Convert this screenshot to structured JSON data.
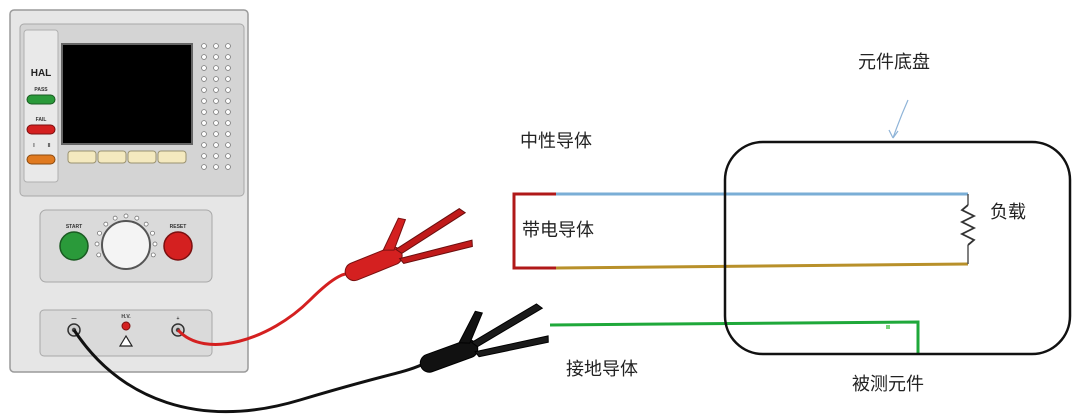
{
  "labels": {
    "chassis": "元件底盘",
    "neutral": "中性导体",
    "live": "带电导体",
    "load": "负载",
    "ground": "接地导体",
    "dut": "被测元件"
  },
  "tester": {
    "logo": "HAL",
    "pass_label": "PASS",
    "fail_label": "FAIL",
    "start_label": "START",
    "reset_label": "RESET",
    "minus_label": "—",
    "hv_label": "H.V.",
    "plus_label": "+",
    "indicator_i": "I",
    "indicator_ii": "II"
  },
  "colors": {
    "neutral_wire": "#7aaed6",
    "live_wire": "#b8902a",
    "live_lead": "#b01818",
    "ground_wire": "#1fa83a",
    "red_clip": "#d42020",
    "black_clip": "#111111",
    "start_button": "#2a9a3a",
    "reset_button": "#d42020",
    "pass_led": "#2a9a3a",
    "fail_led": "#d42020",
    "ind_led": "#e07a20"
  }
}
